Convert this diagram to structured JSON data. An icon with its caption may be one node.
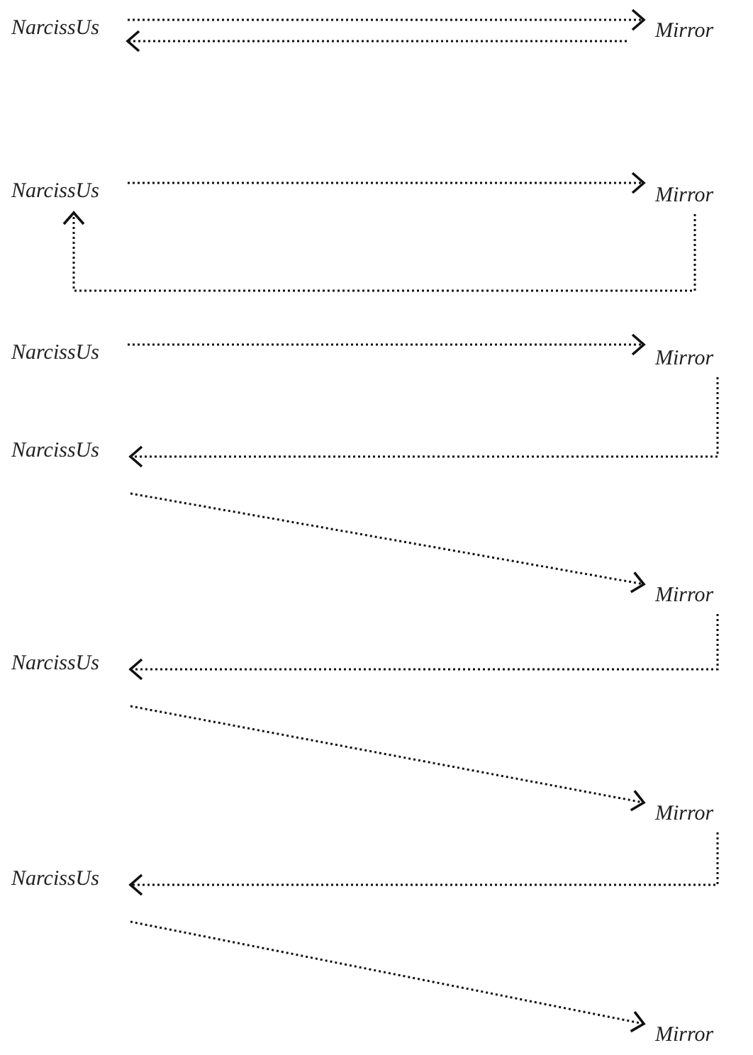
{
  "diagram": {
    "nodes": [
      {
        "text": [
          "NarcissUs"
        ]
      },
      {
        "text": [
          "Mirror"
        ]
      },
      {
        "text": [
          "NarcissUs"
        ]
      },
      {
        "text": [
          "Mirror"
        ]
      },
      {
        "text": [
          "NarcissUs"
        ]
      },
      {
        "text": [
          "Mirror"
        ]
      },
      {
        "text": [
          "NarcissUs"
        ]
      },
      {
        "text": [
          "Mirror"
        ]
      },
      {
        "text": [
          "NarcissUs"
        ]
      },
      {
        "text": [
          "Mirror"
        ]
      },
      {
        "text": [
          "NarcissUs"
        ]
      },
      {
        "text": [
          "Mirror"
        ]
      }
    ],
    "edges": [
      {
        "from": 0,
        "to": 1,
        "arrow": "to"
      },
      {
        "from": 1,
        "to": 0,
        "arrow": "to"
      },
      {
        "from": 2,
        "to": 3,
        "arrow": "to"
      },
      {
        "from": 3,
        "to": 2,
        "arrow": "to"
      },
      {
        "from": 4,
        "to": 5,
        "arrow": "to"
      },
      {
        "from": 5,
        "to": 6,
        "arrow": "to"
      },
      {
        "from": 6,
        "to": 7,
        "arrow": "to"
      },
      {
        "from": 7,
        "to": 8,
        "arrow": "to"
      },
      {
        "from": 8,
        "to": 9,
        "arrow": "to"
      },
      {
        "from": 9,
        "to": 10,
        "arrow": "to"
      },
      {
        "from": 10,
        "to": 11,
        "arrow": "to"
      }
    ]
  }
}
